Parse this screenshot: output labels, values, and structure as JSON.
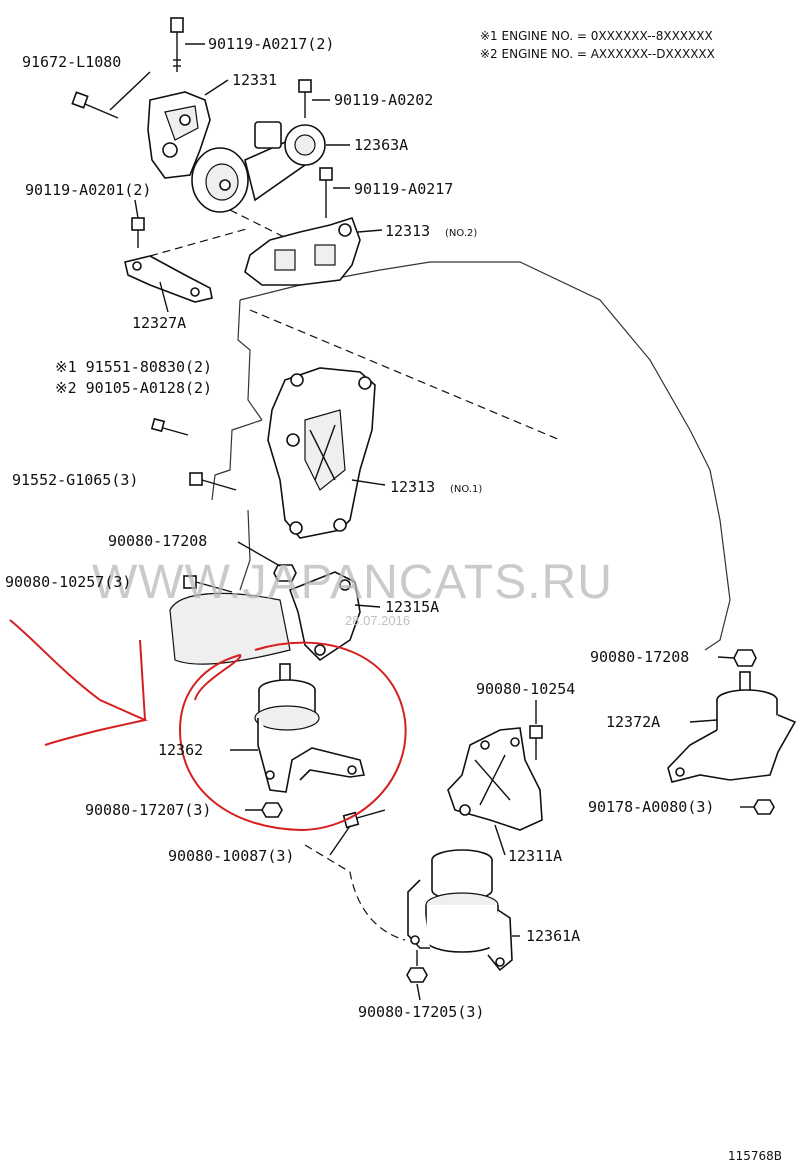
{
  "notes": {
    "note1": "※1 ENGINE NO. = 0XXXXXX--8XXXXXX",
    "note2": "※2 ENGINE NO. = AXXXXXX--DXXXXXX"
  },
  "labels": {
    "p90119_a0217_2": "90119-A0217(2)",
    "p91672_l1080": "91672-L1080",
    "p12331": "12331",
    "p90119_a0202": "90119-A0202",
    "p12363a": "12363A",
    "p90119_a0201_2": "90119-A0201(2)",
    "p90119_a0217": "90119-A0217",
    "p12313_no2": "12313",
    "p12313_no2_suffix": "(NO.2)",
    "p12327a": "12327A",
    "p91551_80830": "※1 91551-80830(2)",
    "p90105_a0128": "※2 90105-A0128(2)",
    "p91552_g1065": "91552-G1065(3)",
    "p12313_no1": "12313",
    "p12313_no1_suffix": "(NO.1)",
    "p90080_17208_a": "90080-17208",
    "p90080_10257": "90080-10257(3)",
    "p12315a": "12315A",
    "p90080_17208_b": "90080-17208",
    "p90080_10254": "90080-10254",
    "p12372a": "12372A",
    "p12362": "12362",
    "p90080_17207": "90080-17207(3)",
    "p90178_a0080": "90178-A0080(3)",
    "p90080_10087": "90080-10087(3)",
    "p12311a": "12311A",
    "p12361a": "12361A",
    "p90080_17205": "90080-17205(3)"
  },
  "watermark": {
    "text": "WWW.JAPANCATS.RU",
    "date": "28.07.2016"
  },
  "figure_id": "115768B",
  "colors": {
    "ink": "#111111",
    "highlight": "#d42020",
    "watermark": "#b8b8b8"
  }
}
